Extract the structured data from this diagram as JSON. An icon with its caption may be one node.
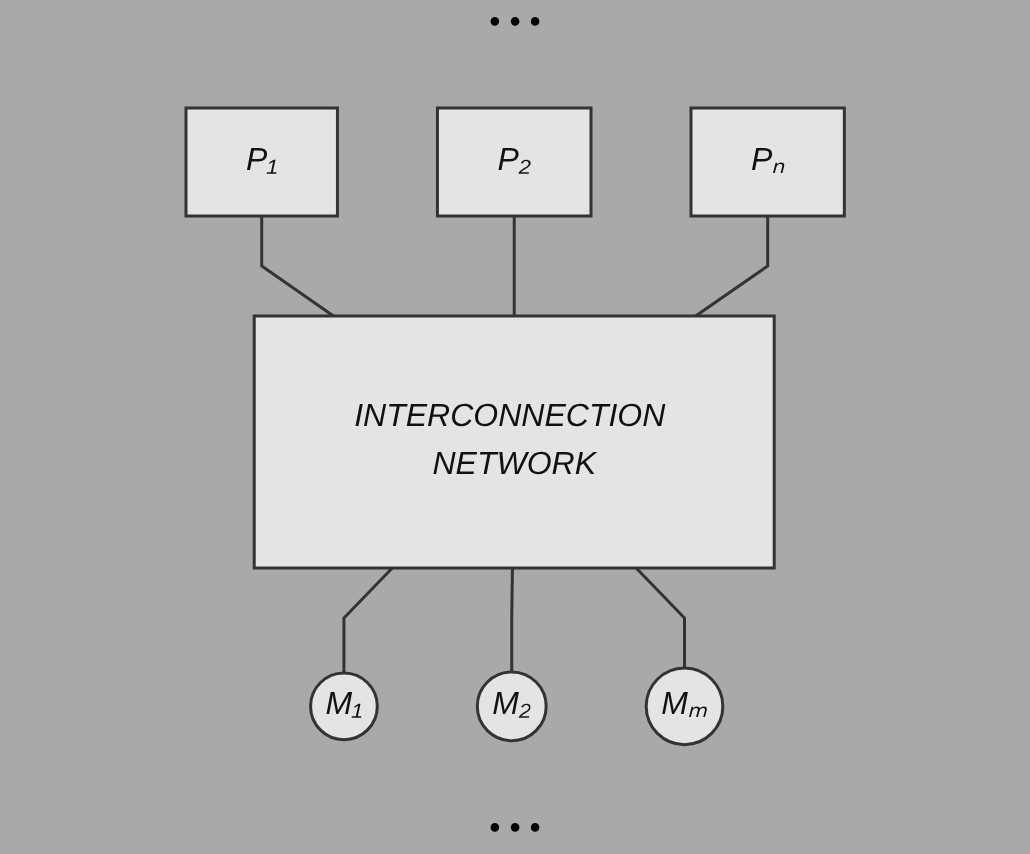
{
  "diagram": {
    "nodes": [
      {
        "text": [
          "P₁"
        ]
      },
      {
        "text": [
          "P₂"
        ]
      },
      {
        "text": [
          "Pₙ"
        ]
      },
      {
        "text": [
          "INTERCONNECTION NETWORK"
        ]
      },
      {
        "text": [
          "M₁"
        ]
      },
      {
        "text": [
          "M₂"
        ]
      },
      {
        "text": [
          "Mₘ"
        ]
      }
    ],
    "edges": [
      {
        "from": 0,
        "to": 3,
        "arrow": "none"
      },
      {
        "from": 1,
        "to": 3,
        "arrow": "none"
      },
      {
        "from": 2,
        "to": 3,
        "arrow": "none"
      },
      {
        "from": 3,
        "to": 4,
        "arrow": "none"
      },
      {
        "from": 3,
        "to": 5,
        "arrow": "none"
      },
      {
        "from": 3,
        "to": 6,
        "arrow": "none"
      }
    ],
    "labels": [
      "• • •",
      "• • •"
    ]
  }
}
